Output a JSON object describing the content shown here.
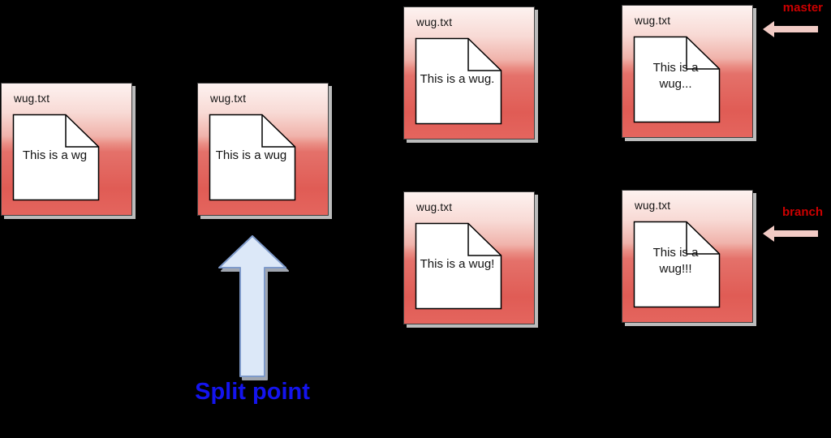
{
  "diagram": {
    "description": "Git branching diagram: commit history of wug.txt splitting into master and branch",
    "background": "#000000"
  },
  "commits": [
    {
      "file_label": "wug.txt",
      "line1": "This is a wg",
      "line2": ""
    },
    {
      "file_label": "wug.txt",
      "line1": "This is a wug",
      "line2": ""
    },
    {
      "file_label": "wug.txt",
      "line1": "This is a wug.",
      "line2": ""
    },
    {
      "file_label": "wug.txt",
      "line1": "This is a",
      "line2": "wug..."
    },
    {
      "file_label": "wug.txt",
      "line1": "This is a wug!",
      "line2": ""
    },
    {
      "file_label": "wug.txt",
      "line1": "This is a",
      "line2": "wug!!!"
    }
  ],
  "annotations": {
    "split_point_label": "Split point",
    "master_label": "master",
    "branch_label": "branch"
  },
  "icons": {
    "document": "document-page-folded-corner-icon",
    "split_arrow": "up-arrow-icon",
    "ref_arrow": "left-arrow-icon"
  },
  "colors": {
    "background": "#000000",
    "commit_box_top": "#fdf2f0",
    "commit_box_bottom": "#e05c55",
    "commit_box_border": "#3f3f3f",
    "commit_box_shadow": "#bcbcbc",
    "split_point_text": "#1414ee",
    "split_arrow_fill": "#dce8f8",
    "split_arrow_border": "#7e9aca",
    "ref_label_text": "#cc0000",
    "ref_arrow_fill": "#f2cbc5"
  }
}
